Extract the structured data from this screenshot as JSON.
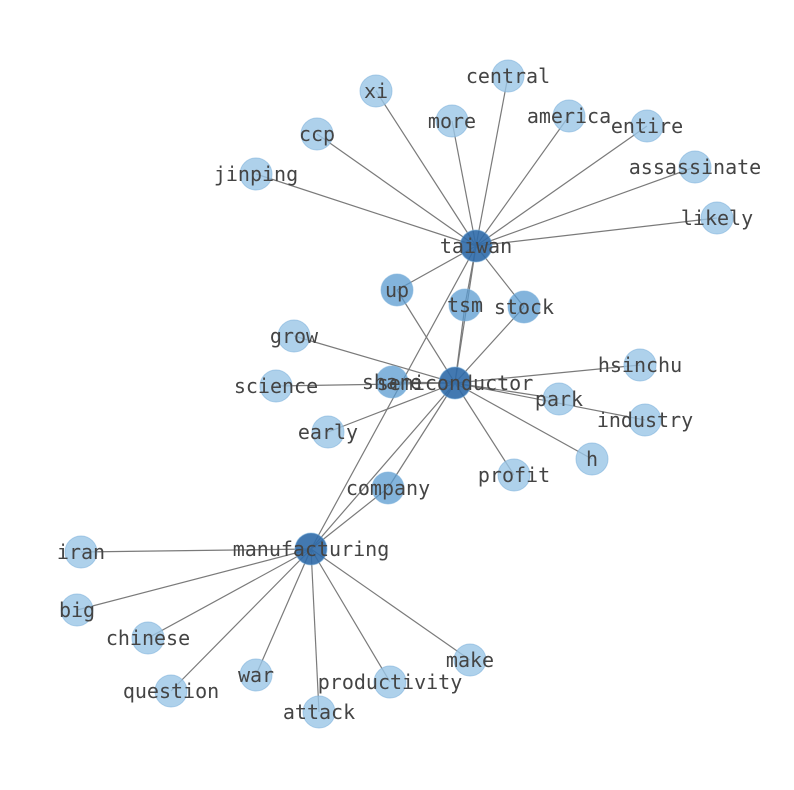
{
  "colors": {
    "hub_fill": "#2f6aa8",
    "mid_fill": "#5a9bd0",
    "leaf_fill": "#9ac6e6",
    "node_stroke": "#7fb3dc",
    "edge": "#7a7a7a",
    "label": "#444444"
  },
  "nodes": [
    {
      "id": "taiwan",
      "label": "taiwan",
      "tier": "hub"
    },
    {
      "id": "semiconductor",
      "label": "semiconductor",
      "tier": "hub"
    },
    {
      "id": "manufacturing",
      "label": "manufacturing",
      "tier": "hub"
    },
    {
      "id": "share",
      "label": "share",
      "tier": "mid"
    },
    {
      "id": "up",
      "label": "up",
      "tier": "mid"
    },
    {
      "id": "tsm",
      "label": "tsm",
      "tier": "mid"
    },
    {
      "id": "stock",
      "label": "stock",
      "tier": "mid"
    },
    {
      "id": "company",
      "label": "company",
      "tier": "mid"
    },
    {
      "id": "central",
      "label": "central",
      "tier": "leaf"
    },
    {
      "id": "xi",
      "label": "xi",
      "tier": "leaf"
    },
    {
      "id": "more",
      "label": "more",
      "tier": "leaf"
    },
    {
      "id": "america",
      "label": "america",
      "tier": "leaf"
    },
    {
      "id": "entire",
      "label": "entire",
      "tier": "leaf"
    },
    {
      "id": "ccp",
      "label": "ccp",
      "tier": "leaf"
    },
    {
      "id": "assassinate",
      "label": "assassinate",
      "tier": "leaf"
    },
    {
      "id": "jinping",
      "label": "jinping",
      "tier": "leaf"
    },
    {
      "id": "likely",
      "label": "likely",
      "tier": "leaf"
    },
    {
      "id": "grow",
      "label": "grow",
      "tier": "leaf"
    },
    {
      "id": "hsinchu",
      "label": "hsinchu",
      "tier": "leaf"
    },
    {
      "id": "science",
      "label": "science",
      "tier": "leaf"
    },
    {
      "id": "park",
      "label": "park",
      "tier": "leaf"
    },
    {
      "id": "industry",
      "label": "industry",
      "tier": "leaf"
    },
    {
      "id": "early",
      "label": "early",
      "tier": "leaf"
    },
    {
      "id": "h",
      "label": "h",
      "tier": "leaf"
    },
    {
      "id": "profit",
      "label": "profit",
      "tier": "leaf"
    },
    {
      "id": "iran",
      "label": "iran",
      "tier": "leaf"
    },
    {
      "id": "big",
      "label": "big",
      "tier": "leaf"
    },
    {
      "id": "chinese",
      "label": "chinese",
      "tier": "leaf"
    },
    {
      "id": "make",
      "label": "make",
      "tier": "leaf"
    },
    {
      "id": "war",
      "label": "war",
      "tier": "leaf"
    },
    {
      "id": "productivity",
      "label": "productivity",
      "tier": "leaf"
    },
    {
      "id": "question",
      "label": "question",
      "tier": "leaf"
    },
    {
      "id": "attack",
      "label": "attack",
      "tier": "leaf"
    }
  ],
  "edges": [
    [
      "taiwan",
      "central"
    ],
    [
      "taiwan",
      "xi"
    ],
    [
      "taiwan",
      "more"
    ],
    [
      "taiwan",
      "america"
    ],
    [
      "taiwan",
      "entire"
    ],
    [
      "taiwan",
      "ccp"
    ],
    [
      "taiwan",
      "assassinate"
    ],
    [
      "taiwan",
      "jinping"
    ],
    [
      "taiwan",
      "likely"
    ],
    [
      "taiwan",
      "up"
    ],
    [
      "taiwan",
      "tsm"
    ],
    [
      "taiwan",
      "stock"
    ],
    [
      "taiwan",
      "semiconductor"
    ],
    [
      "taiwan",
      "manufacturing"
    ],
    [
      "semiconductor",
      "up"
    ],
    [
      "semiconductor",
      "tsm"
    ],
    [
      "semiconductor",
      "stock"
    ],
    [
      "semiconductor",
      "grow"
    ],
    [
      "semiconductor",
      "science"
    ],
    [
      "semiconductor",
      "share"
    ],
    [
      "semiconductor",
      "hsinchu"
    ],
    [
      "semiconductor",
      "park"
    ],
    [
      "semiconductor",
      "industry"
    ],
    [
      "semiconductor",
      "early"
    ],
    [
      "semiconductor",
      "h"
    ],
    [
      "semiconductor",
      "profit"
    ],
    [
      "semiconductor",
      "company"
    ],
    [
      "semiconductor",
      "manufacturing"
    ],
    [
      "manufacturing",
      "company"
    ],
    [
      "manufacturing",
      "iran"
    ],
    [
      "manufacturing",
      "big"
    ],
    [
      "manufacturing",
      "chinese"
    ],
    [
      "manufacturing",
      "question"
    ],
    [
      "manufacturing",
      "war"
    ],
    [
      "manufacturing",
      "attack"
    ],
    [
      "manufacturing",
      "productivity"
    ],
    [
      "manufacturing",
      "make"
    ]
  ]
}
